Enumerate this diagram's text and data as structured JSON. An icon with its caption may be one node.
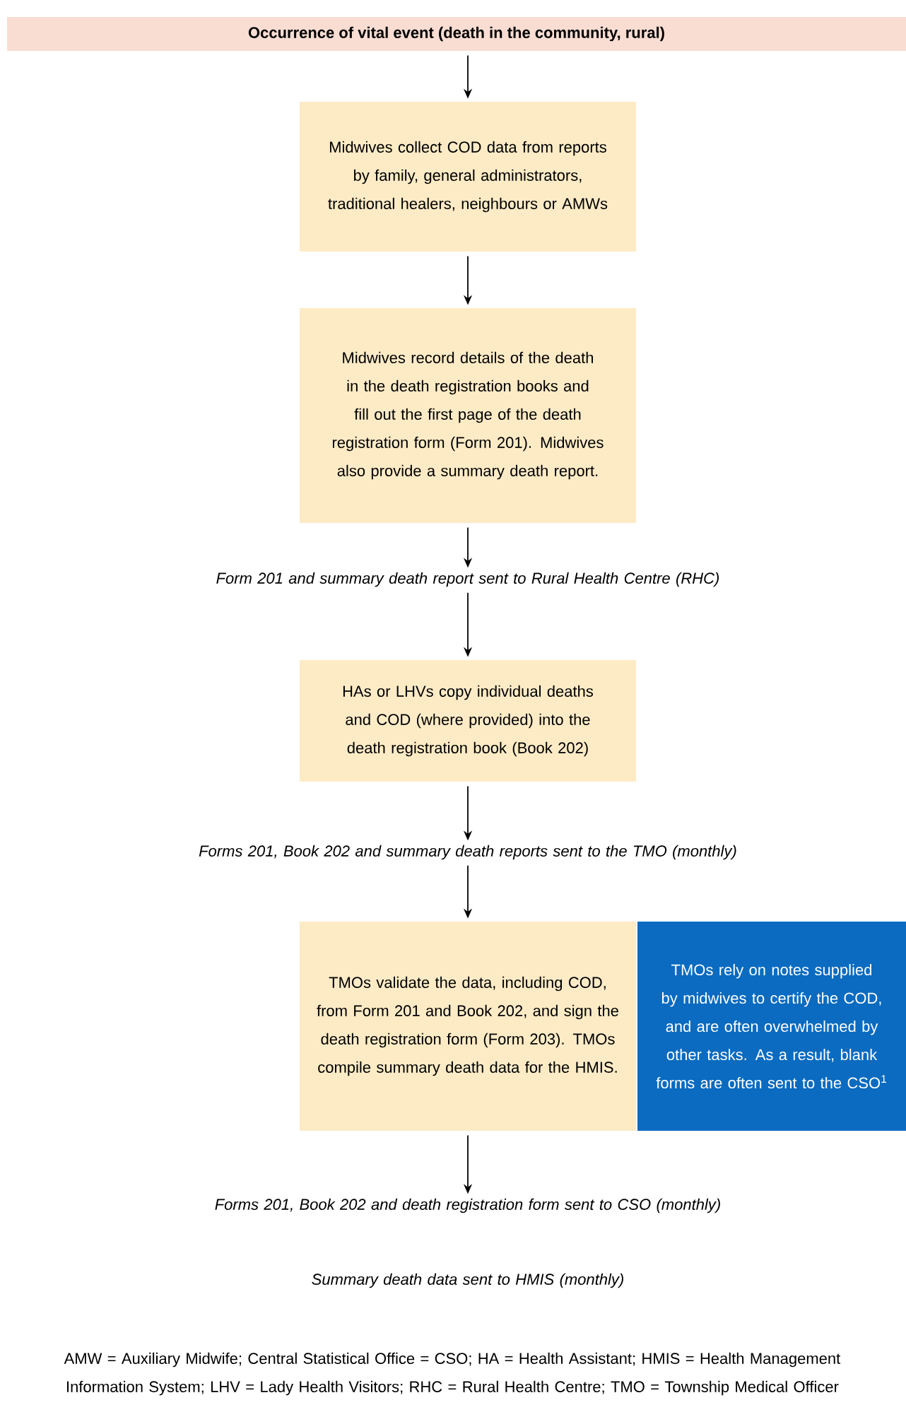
{
  "diagram": {
    "nodes": [
      {
        "text": [
          "Occurrence of vital event (death in the community, rural)"
        ]
      },
      {
        "text": [
          "Midwives collect COD data from reports by family, general administrators, traditional healers, neighbours or AMWs"
        ]
      },
      {
        "text": [
          "Midwives record details of the death in the death registration books and fill out the first page of the death registration form (Form 201). Midwives also provide a summary death report."
        ]
      },
      {
        "text": [
          "Form 201 and summary death report sent to Rural Health Centre (RHC)"
        ]
      },
      {
        "text": [
          "HAs or LHVs copy individual deaths and COD (where provided) into the death registration book (Book 202)"
        ]
      },
      {
        "text": [
          "Forms 201, Book 202 and summary death reports sent to the TMO (monthly)"
        ]
      },
      {
        "text": [
          "TMOs validate the data, including COD, from Form 201 and Book 202, and sign the death registration form (Form 203). TMOs compile summary death data for the HMIS."
        ]
      },
      {
        "text": [
          "TMOs rely on notes supplied by midwives to certify the COD, and are often overwhelmed by other tasks. As a result, blank forms are often sent to the CSO$^{1}$"
        ]
      },
      {
        "text": [
          "Forms 201, Book 202 and death registration form sent to CSO (monthly)"
        ]
      },
      {
        "text": [
          "Summary death data sent to HMIS (monthly)"
        ]
      }
    ],
    "edges": [
      {
        "from": 0,
        "to": 1,
        "arrow": "to"
      },
      {
        "from": 1,
        "to": 2,
        "arrow": "to"
      },
      {
        "from": 2,
        "to": 3,
        "arrow": "to"
      },
      {
        "from": 3,
        "to": 4,
        "arrow": "to"
      },
      {
        "from": 4,
        "to": 5,
        "arrow": "to"
      },
      {
        "from": 5,
        "to": 6,
        "arrow": "to"
      },
      {
        "from": 6,
        "to": 8,
        "arrow": "to"
      }
    ],
    "labels": [
      "AMW = Auxiliary Midwife; Central Statistical Office = CSO; HA = Health Assistant; HMIS = Health Management Information System; LHV = Lady Health Visitors; RHC = Rural Health Centre; TMO = Township Medical Officer"
    ]
  }
}
